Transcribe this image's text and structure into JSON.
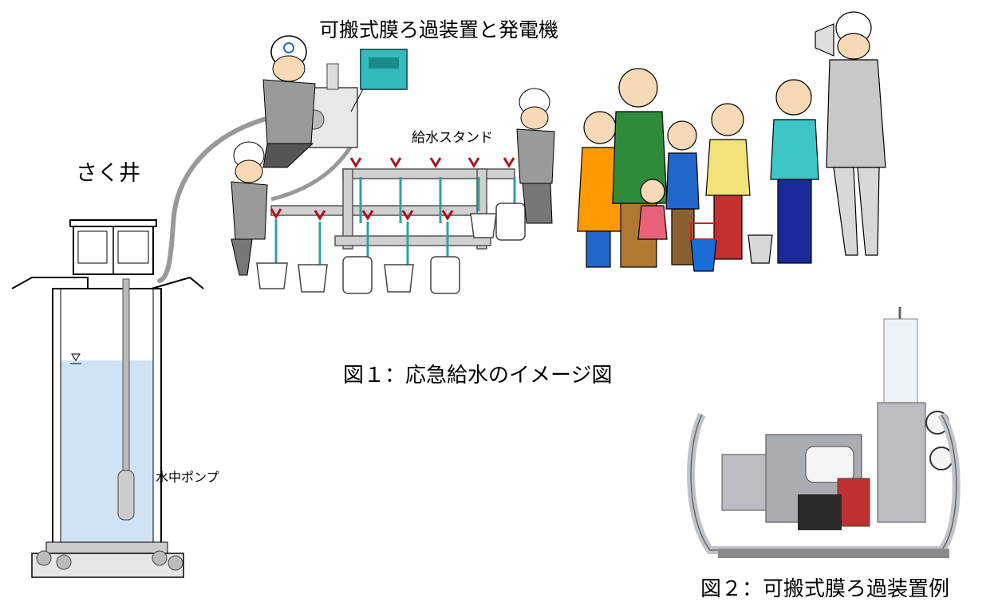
{
  "labels": {
    "title_main": "可搬式膜ろ過装置と発電機",
    "title_well": "さく井",
    "stand": "給水スタンド",
    "pump": "水中ポンプ",
    "figure1_caption": "図１：応急給水のイメージ図",
    "figure2_caption": "図２：可搬式膜ろ過装置例"
  },
  "colors": {
    "water": "#cfe3f5",
    "pipe": "#999999",
    "shirt_green": "#2e8b3a",
    "apron_orange": "#ff9900",
    "hose": "#888888",
    "generator": "#33bbbb",
    "bucket_blue": "#1a6cd6"
  }
}
